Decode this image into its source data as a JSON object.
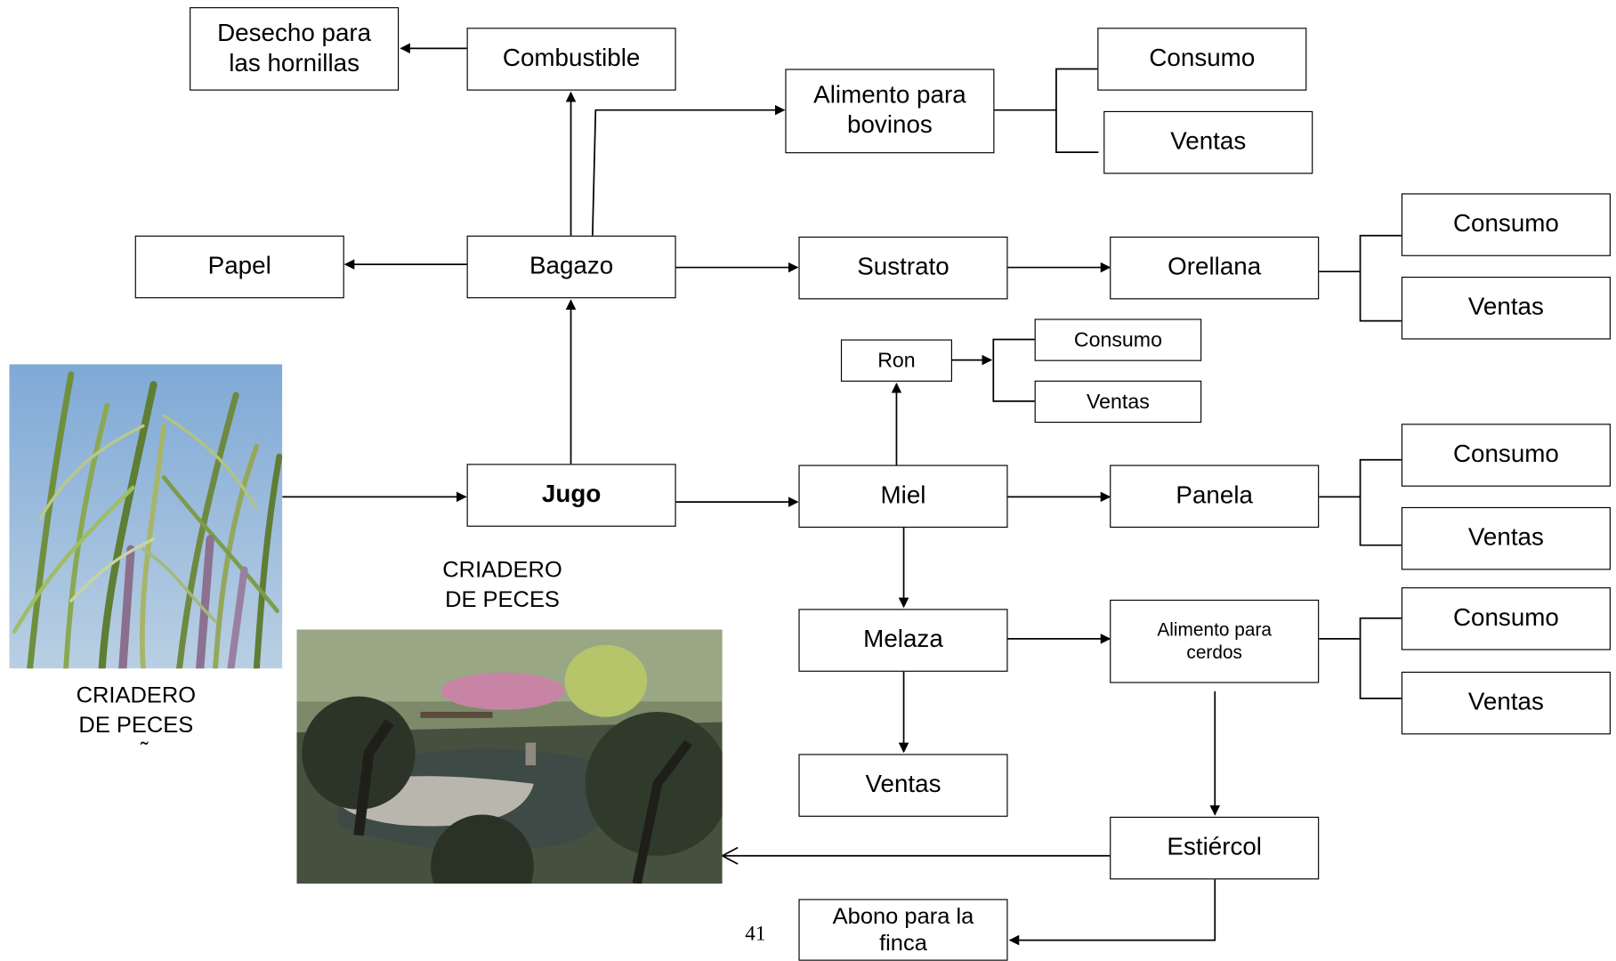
{
  "boxes": {
    "desecho": "Desecho para\nlas hornillas",
    "combustible": "Combustible",
    "alimento_bovinos": "Alimento para\nbovinos",
    "consumo_1": "Consumo",
    "ventas_1": "Ventas",
    "papel": "Papel",
    "bagazo": "Bagazo",
    "sustrato": "Sustrato",
    "orellana": "Orellana",
    "consumo_2": "Consumo",
    "ventas_2": "Ventas",
    "ron": "Ron",
    "consumo_3": "Consumo",
    "ventas_3": "Ventas",
    "jugo": "Jugo",
    "miel": "Miel",
    "panela": "Panela",
    "consumo_4": "Consumo",
    "ventas_4": "Ventas",
    "melaza": "Melaza",
    "alimento_cerdos": "Alimento para\ncerdos",
    "consumo_5": "Consumo",
    "ventas_5": "Ventas",
    "ventas_melaza": "Ventas",
    "estiercol": "Estiércol",
    "abono": "Abono para la\nfinca"
  },
  "labels": {
    "criadero_top": "CRIADERO\nDE PECES",
    "criadero_left": "CRIADERO\nDE PECES\nCAÑA"
  },
  "page_number": "41"
}
